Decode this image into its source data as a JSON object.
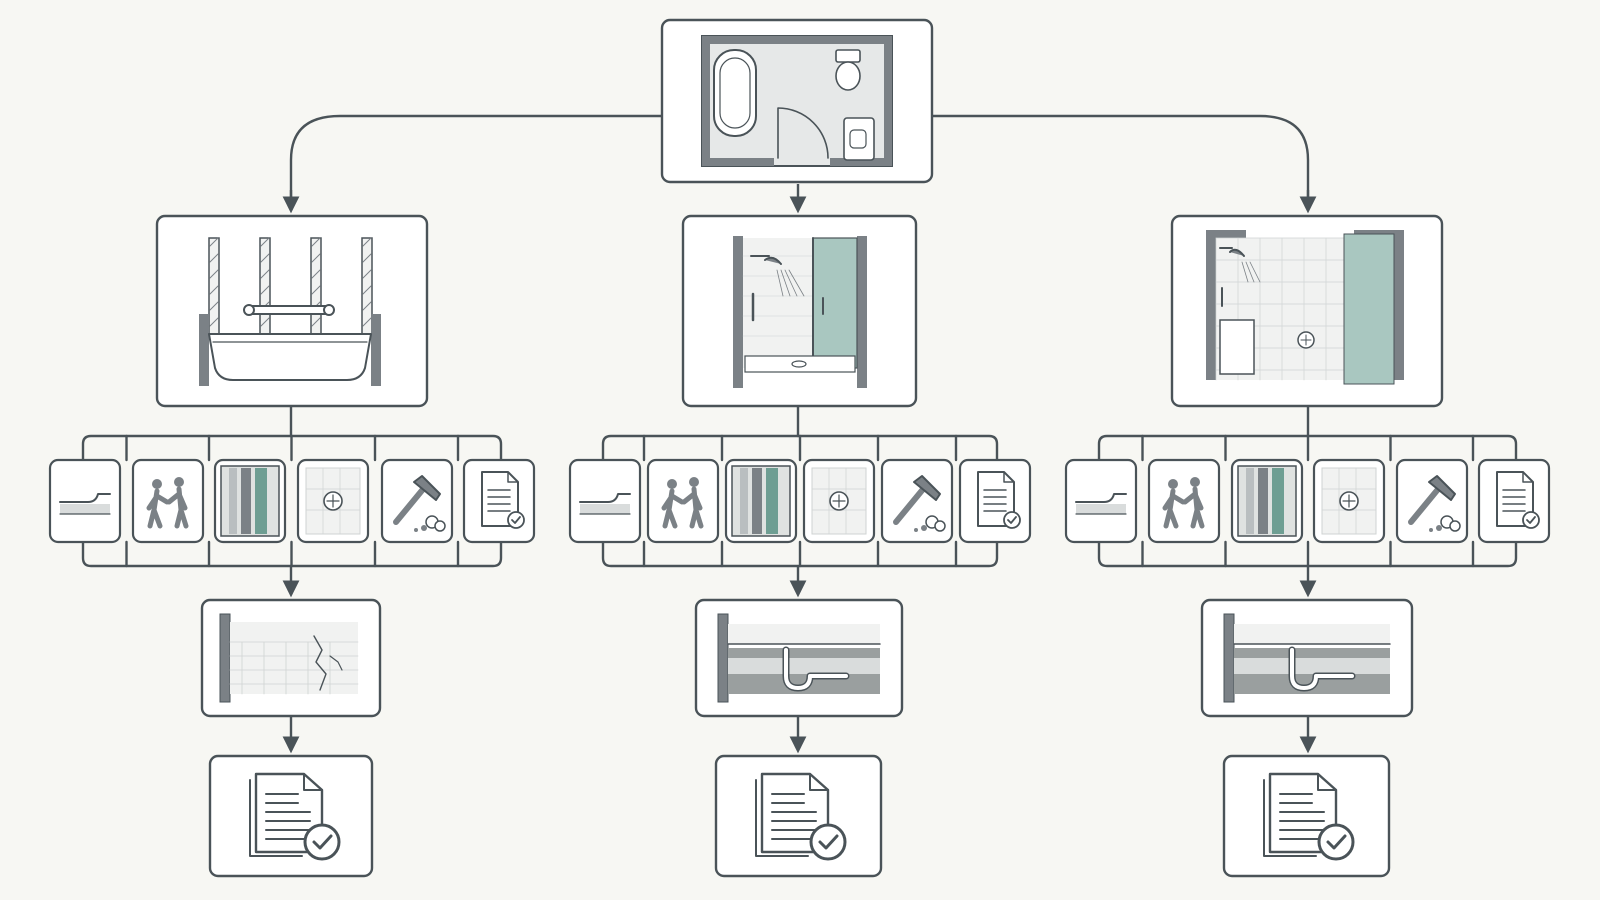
{
  "colors": {
    "background": "#f7f7f3",
    "stroke": "#4a5358",
    "panel": "#ffffff",
    "wall": "#7b8186",
    "tile": "#e6e8e8",
    "glass": "#a9c7c0",
    "teal": "#6e9e93",
    "light": "#f1f2f1"
  },
  "tree": {
    "root": {
      "name": "bathroom-floor-plan",
      "icon": "floor-plan-icon"
    },
    "branches": [
      {
        "name": "tub-branch",
        "option": {
          "name": "bathtub-option",
          "icon": "bathtub-surround-icon"
        },
        "factors": [
          "threshold-icon",
          "helpers-icon",
          "wall-panel-icon",
          "drain-tile-icon",
          "demolition-icon",
          "permit-document-icon"
        ],
        "detail": {
          "name": "tile-crack-detail",
          "icon": "damaged-tile-icon"
        },
        "result": {
          "name": "approved-document",
          "icon": "approved-document-icon"
        }
      },
      {
        "name": "glass-shower-branch",
        "option": {
          "name": "glass-shower-option",
          "icon": "glass-door-shower-icon"
        },
        "factors": [
          "threshold-icon",
          "helpers-icon",
          "wall-panel-icon",
          "drain-tile-icon",
          "demolition-icon",
          "permit-document-icon"
        ],
        "detail": {
          "name": "drain-plumbing-detail",
          "icon": "drain-pipe-icon"
        },
        "result": {
          "name": "approved-document",
          "icon": "approved-document-icon"
        }
      },
      {
        "name": "walk-in-shower-branch",
        "option": {
          "name": "walk-in-shower-option",
          "icon": "walk-in-shower-icon"
        },
        "factors": [
          "threshold-icon",
          "helpers-icon",
          "wall-panel-icon",
          "drain-tile-icon",
          "demolition-icon",
          "permit-document-icon"
        ],
        "detail": {
          "name": "subfloor-plumbing-detail",
          "icon": "subfloor-pipe-icon"
        },
        "result": {
          "name": "approved-document",
          "icon": "approved-document-icon"
        }
      }
    ]
  }
}
